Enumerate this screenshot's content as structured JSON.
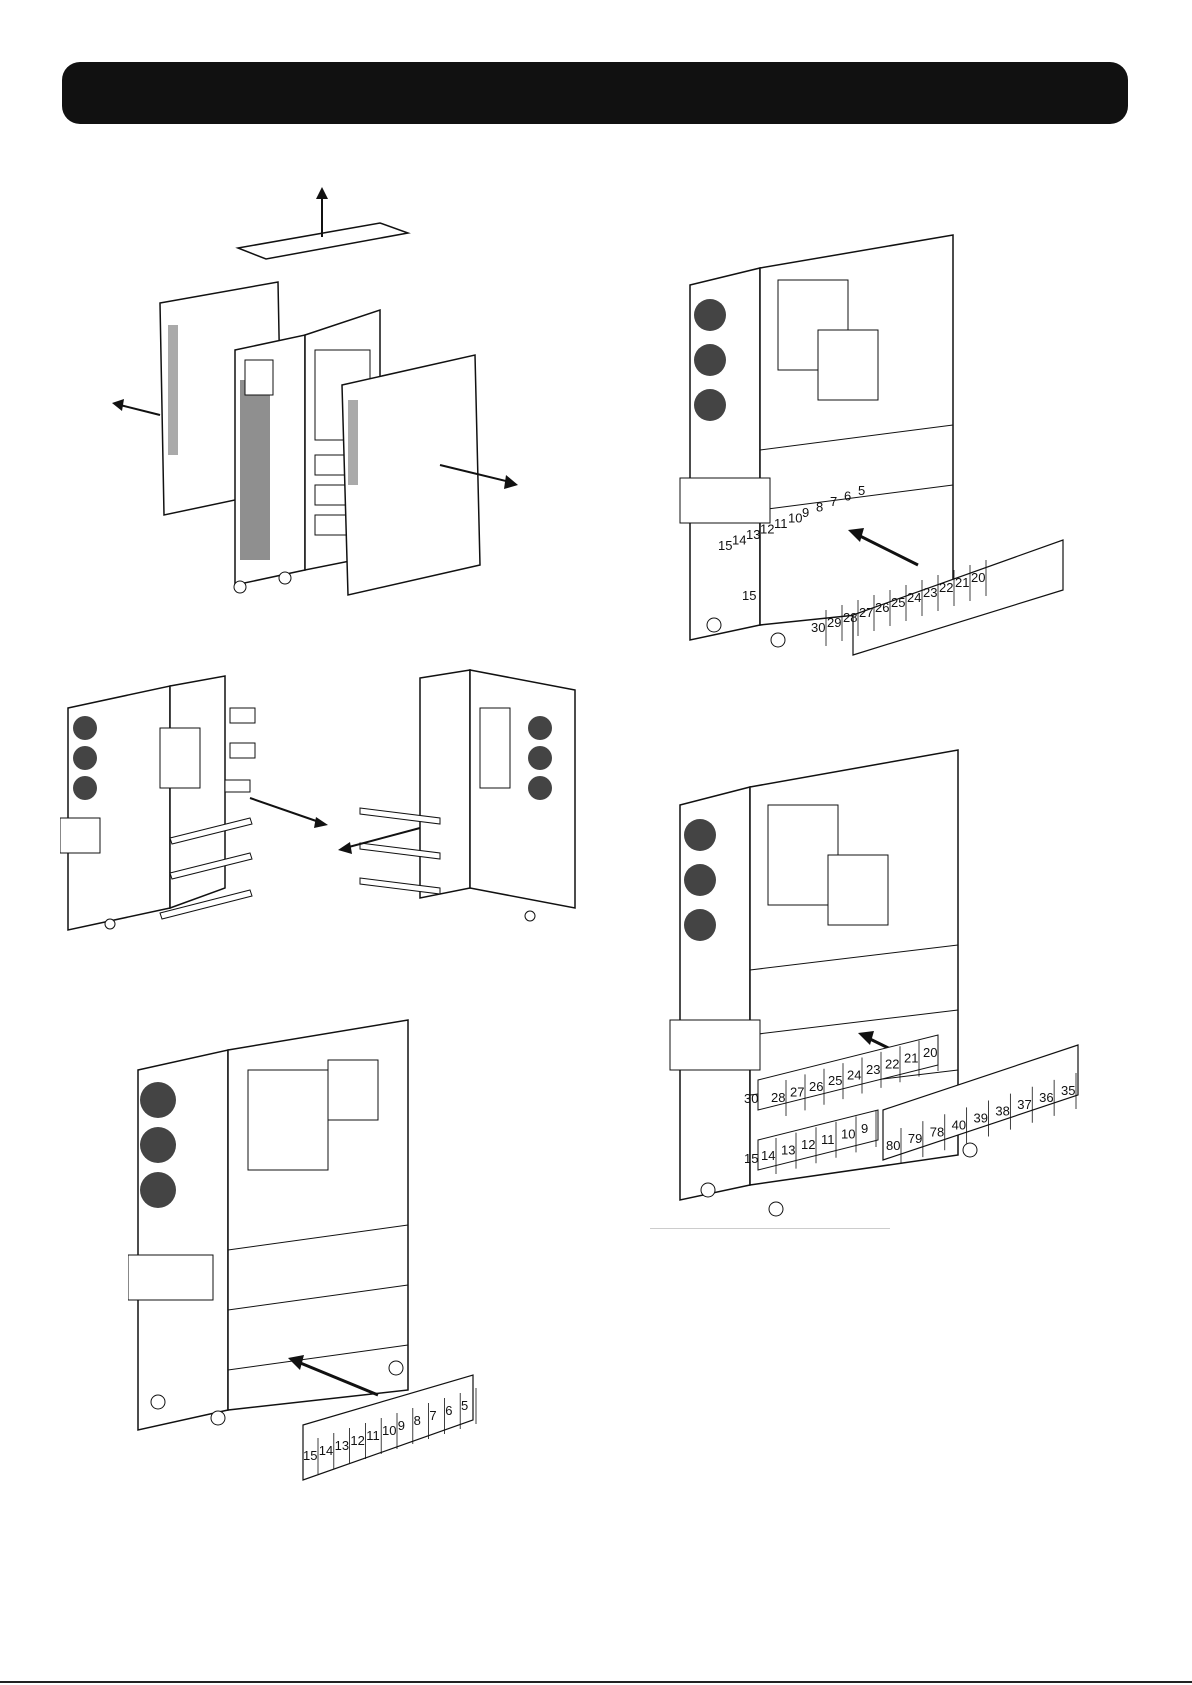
{
  "figure_4": {
    "labels_back": [
      "30",
      "29",
      "28",
      "27",
      "26",
      "25",
      "24",
      "23",
      "22",
      "21",
      "20"
    ],
    "labels_front": [
      "15",
      "14",
      "13",
      "12",
      "11",
      "10",
      "9",
      "8",
      "7",
      "6",
      "5"
    ]
  },
  "figure_5": {
    "labels_tray_back": [
      "80",
      "79",
      "78",
      "40",
      "39",
      "38",
      "37",
      "36",
      "35"
    ],
    "labels_tray_mid": [
      "28",
      "27",
      "26",
      "25",
      "24",
      "23",
      "22",
      "21",
      "20"
    ],
    "labels_tray_front": [
      "14",
      "13",
      "12",
      "11",
      "10",
      "9"
    ],
    "side_label_a": "15",
    "side_label_b": "30"
  },
  "figure_3": {
    "labels": [
      "15",
      "14",
      "13",
      "12",
      "11",
      "10",
      "9",
      "8",
      "7",
      "6",
      "5"
    ]
  }
}
